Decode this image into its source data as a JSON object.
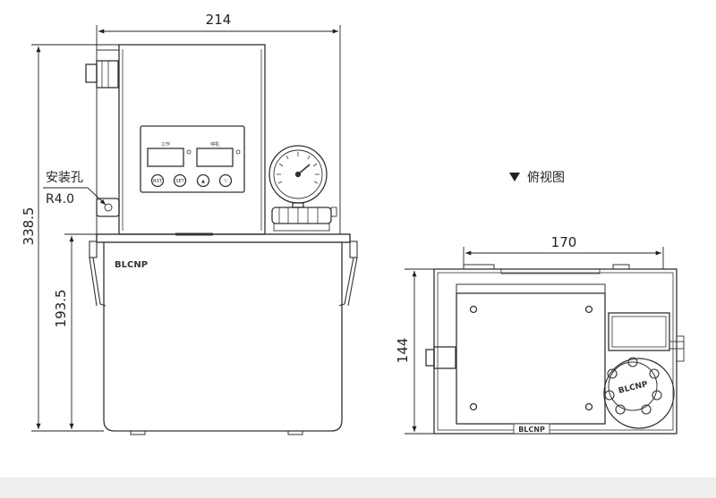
{
  "dimensions": {
    "front_width": "214",
    "overall_height": "338.5",
    "tank_height": "193.5",
    "top_width": "170",
    "top_depth": "144"
  },
  "callouts": {
    "mounting_hole": "安装孔",
    "hole_radius": "R4.0",
    "top_view": "俯视图"
  },
  "panel": {
    "left_display_label": "工作",
    "right_display_label": "停机",
    "buttons": [
      "RST",
      "SET",
      "▲",
      "▽"
    ]
  },
  "brand": {
    "front_logo": "BLCNP",
    "knob_logo": "BLCNP"
  },
  "icons": {
    "top_view_marker": "down-triangle-icon"
  },
  "colors": {
    "line": "#333333",
    "background": "#ffffff",
    "footer_band": "#eeeeee"
  }
}
